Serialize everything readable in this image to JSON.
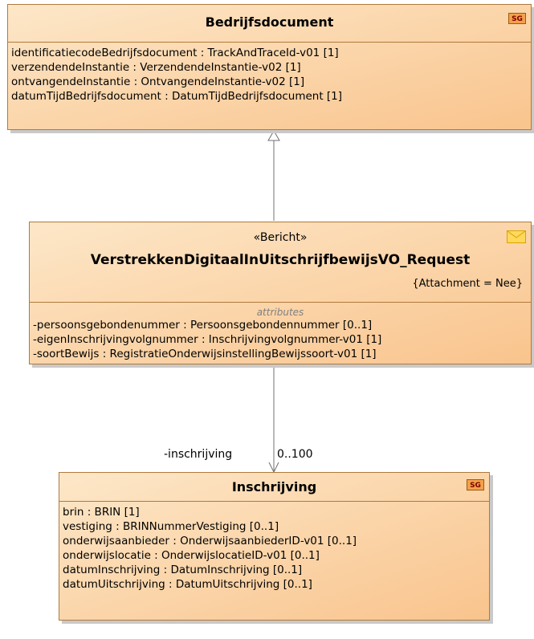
{
  "classes": {
    "bedrijfsdocument": {
      "name": "Bedrijfsdocument",
      "badge": "SG",
      "attributes": [
        "identificatiecodeBedrijfsdocument : TrackAndTraceId-v01 [1]",
        "verzendendeInstantie : VerzendendeInstantie-v02 [1]",
        "ontvangendeInstantie : OntvangendeInstantie-v02 [1]",
        "datumTijdBedrijfsdocument : DatumTijdBedrijfsdocument [1]"
      ]
    },
    "request": {
      "stereotype": "«Bericht»",
      "name": "VerstrekkenDigitaalInUitschrijfbewijsVO_Request",
      "tagged_value": "{Attachment = Nee}",
      "section_label": "attributes",
      "attributes": [
        "-persoonsgebondenummer : Persoonsgebondennummer [0..1]",
        "-eigenInschrijvingvolgnummer : Inschrijvingvolgnummer-v01 [1]",
        "-soortBewijs : RegistratieOnderwijsinstellingBewijssoort-v01 [1]"
      ]
    },
    "inschrijving": {
      "name": "Inschrijving",
      "badge": "SG",
      "attributes": [
        "brin : BRIN [1]",
        "vestiging : BRINNummerVestiging [0..1]",
        "onderwijsaanbieder : OnderwijsaanbiederID-v01 [0..1]",
        "onderwijslocatie : OnderwijslocatieID-v01 [0..1]",
        "datumInschrijving : DatumInschrijving [0..1]",
        "datumUitschrijving : DatumUitschrijving [0..1]"
      ]
    }
  },
  "association": {
    "role": "-inschrijving",
    "multiplicity": "0..100"
  },
  "colors": {
    "class_fill_light": "#fde7c8",
    "class_fill_dark": "#f9c48d",
    "class_border": "#b07a3c",
    "badge_fill": "#f4a14a",
    "connector": "#707070"
  },
  "icons": [
    "sg-badge",
    "envelope-icon"
  ]
}
